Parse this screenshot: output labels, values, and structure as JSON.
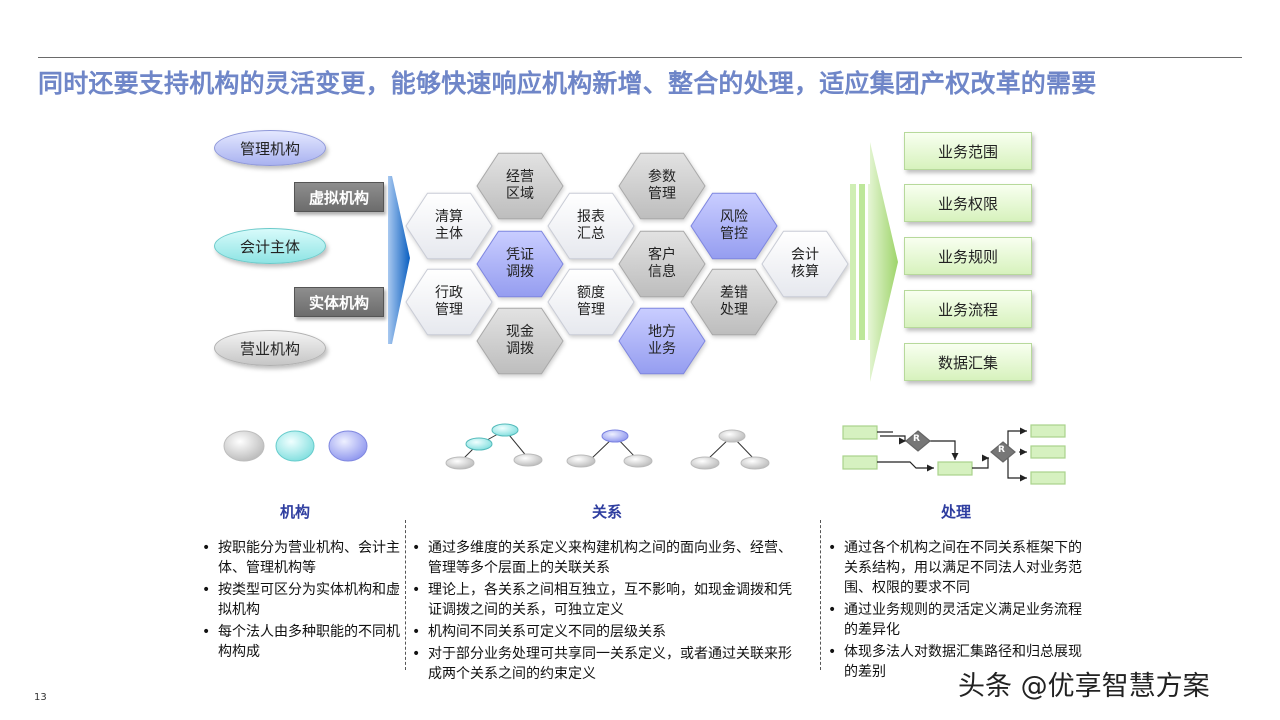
{
  "title": "同时还要支持机构的灵活变更，能够快速响应机构新增、整合的处理，适应集团产权改革的需要",
  "org_pills": [
    {
      "label": "管理机构",
      "style": "blue"
    },
    {
      "label": "会计主体",
      "style": "teal"
    },
    {
      "label": "营业机构",
      "style": "gray"
    }
  ],
  "org_tags": [
    "虚拟机构",
    "实体机构"
  ],
  "hexagons": [
    {
      "label": "清算\n主体",
      "color": "white"
    },
    {
      "label": "行政\n管理",
      "color": "white"
    },
    {
      "label": "经营\n区域",
      "color": "gray"
    },
    {
      "label": "凭证\n调拨",
      "color": "blue"
    },
    {
      "label": "现金\n调拨",
      "color": "gray"
    },
    {
      "label": "报表\n汇总",
      "color": "white"
    },
    {
      "label": "额度\n管理",
      "color": "white"
    },
    {
      "label": "参数\n管理",
      "color": "gray"
    },
    {
      "label": "客户\n信息",
      "color": "gray"
    },
    {
      "label": "地方\n业务",
      "color": "blue"
    },
    {
      "label": "风险\n管控",
      "color": "blue"
    },
    {
      "label": "差错\n处理",
      "color": "gray"
    },
    {
      "label": "会计\n核算",
      "color": "white"
    }
  ],
  "result_boxes": [
    "业务范围",
    "业务权限",
    "业务规则",
    "业务流程",
    "数据汇集"
  ],
  "diagram_markers": [
    "R",
    "R"
  ],
  "columns": [
    {
      "heading": "机构",
      "bullets": [
        "按职能分为营业机构、会计主体、管理机构等",
        "按类型可区分为实体机构和虚拟机构",
        "每个法人由多种职能的不同机构构成"
      ]
    },
    {
      "heading": "关系",
      "bullets": [
        "通过多维度的关系定义来构建机构之间的面向业务、经营、管理等多个层面上的关联关系",
        "理论上，各关系之间相互独立，互不影响，如现金调拨和凭证调拨之间的关系，可独立定义",
        "机构间不同关系可定义不同的层级关系",
        "对于部分业务处理可共享同一关系定义，或者通过关联来形成两个关系之间的约束定义"
      ]
    },
    {
      "heading": "处理",
      "bullets": [
        "通过各个机构之间在不同关系框架下的关系结构，用以满足不同法人对业务范围、权限的要求不同",
        "通过业务规则的灵活定义满足业务流程的差异化",
        "体现多法人对数据汇集路径和归总展现的差别"
      ]
    }
  ],
  "page_number": "13",
  "watermark": "头条 @优享智慧方案"
}
